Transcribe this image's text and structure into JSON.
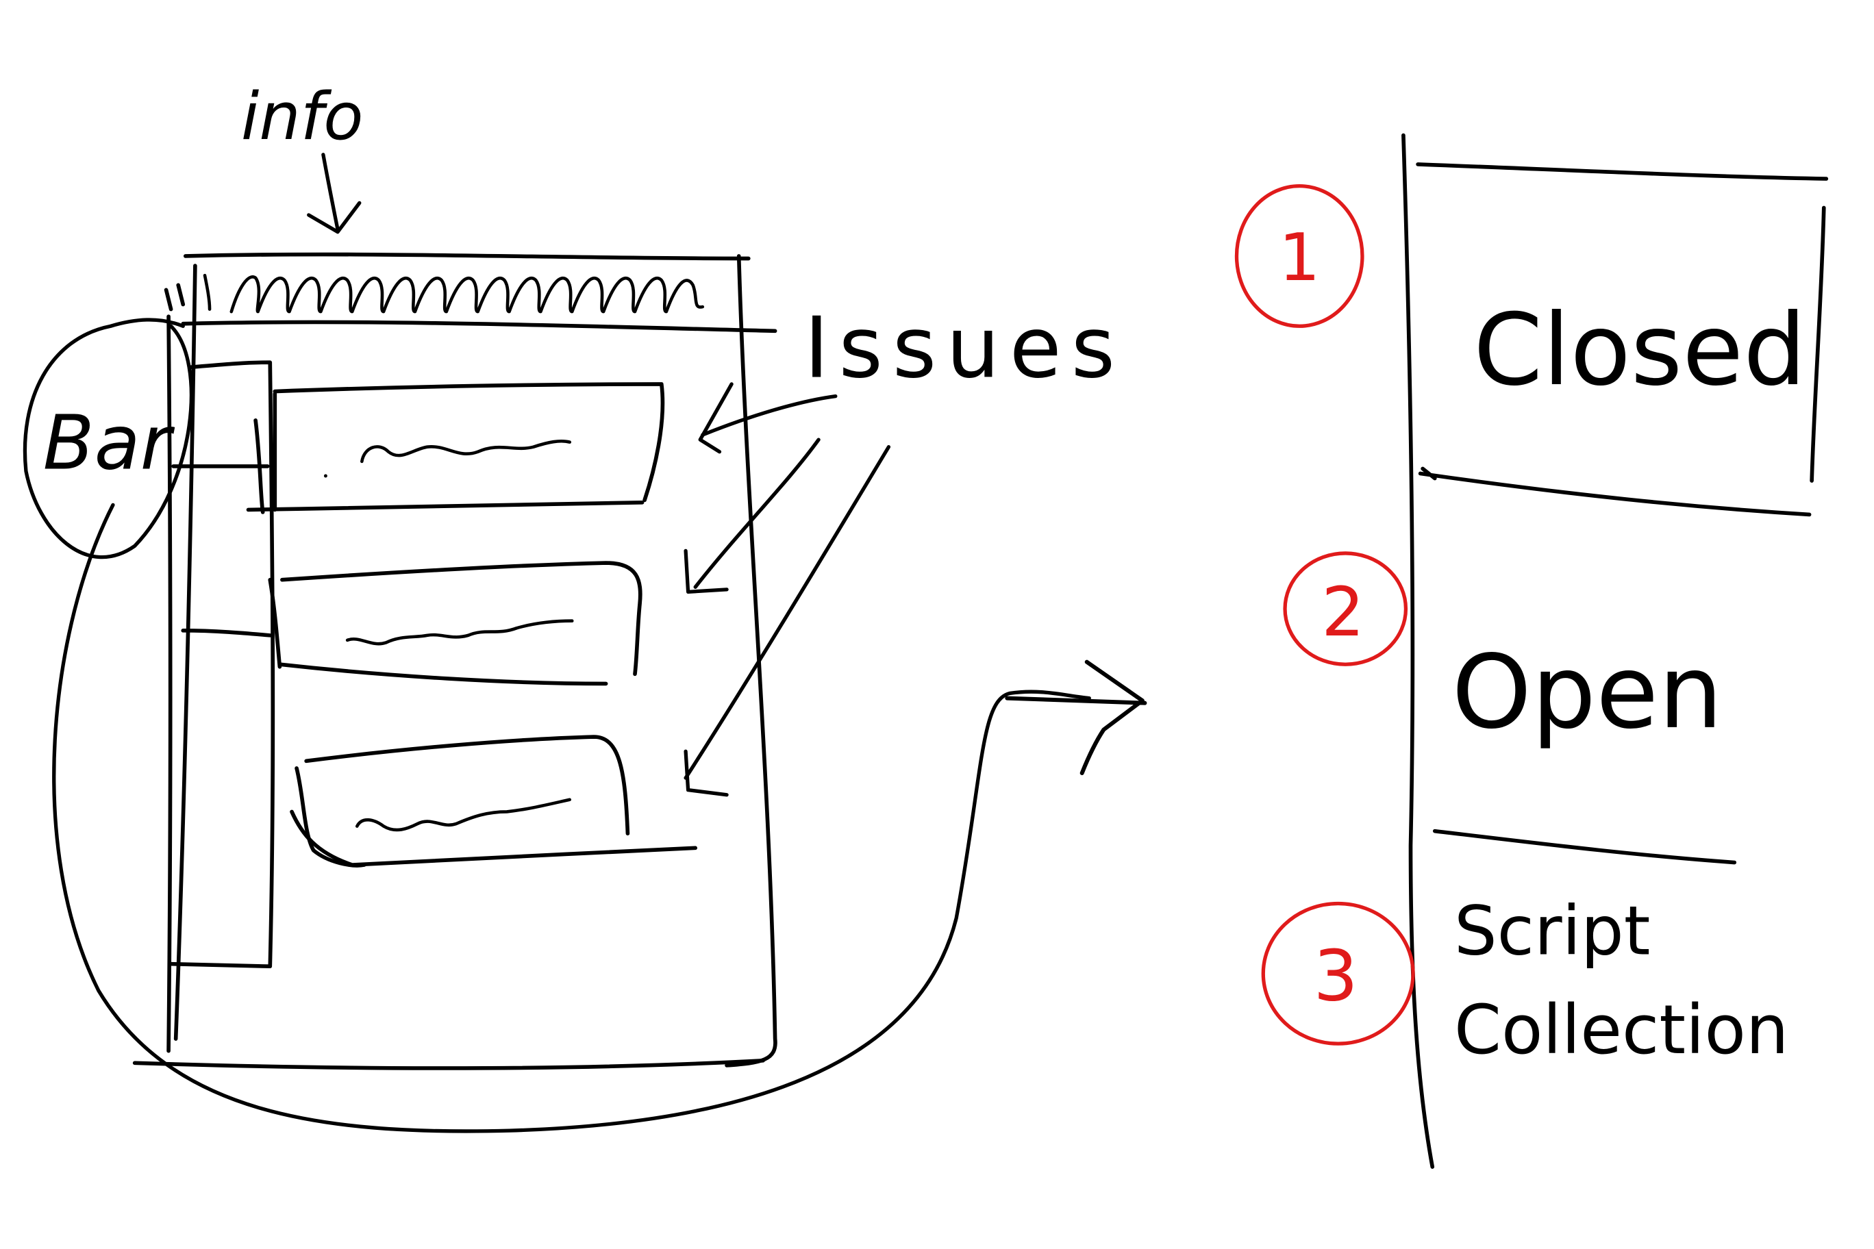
{
  "diagram": {
    "annotations": {
      "info": "info",
      "bar": "Bar",
      "issues": "Issues"
    },
    "menu": {
      "items": [
        {
          "number": "1",
          "label": "Closed"
        },
        {
          "number": "2",
          "label": "Open"
        },
        {
          "number": "3",
          "label": "Script Collection"
        }
      ]
    }
  },
  "colors": {
    "ink": "#000000",
    "marker": "#e01b1b",
    "background": "#ffffff"
  }
}
